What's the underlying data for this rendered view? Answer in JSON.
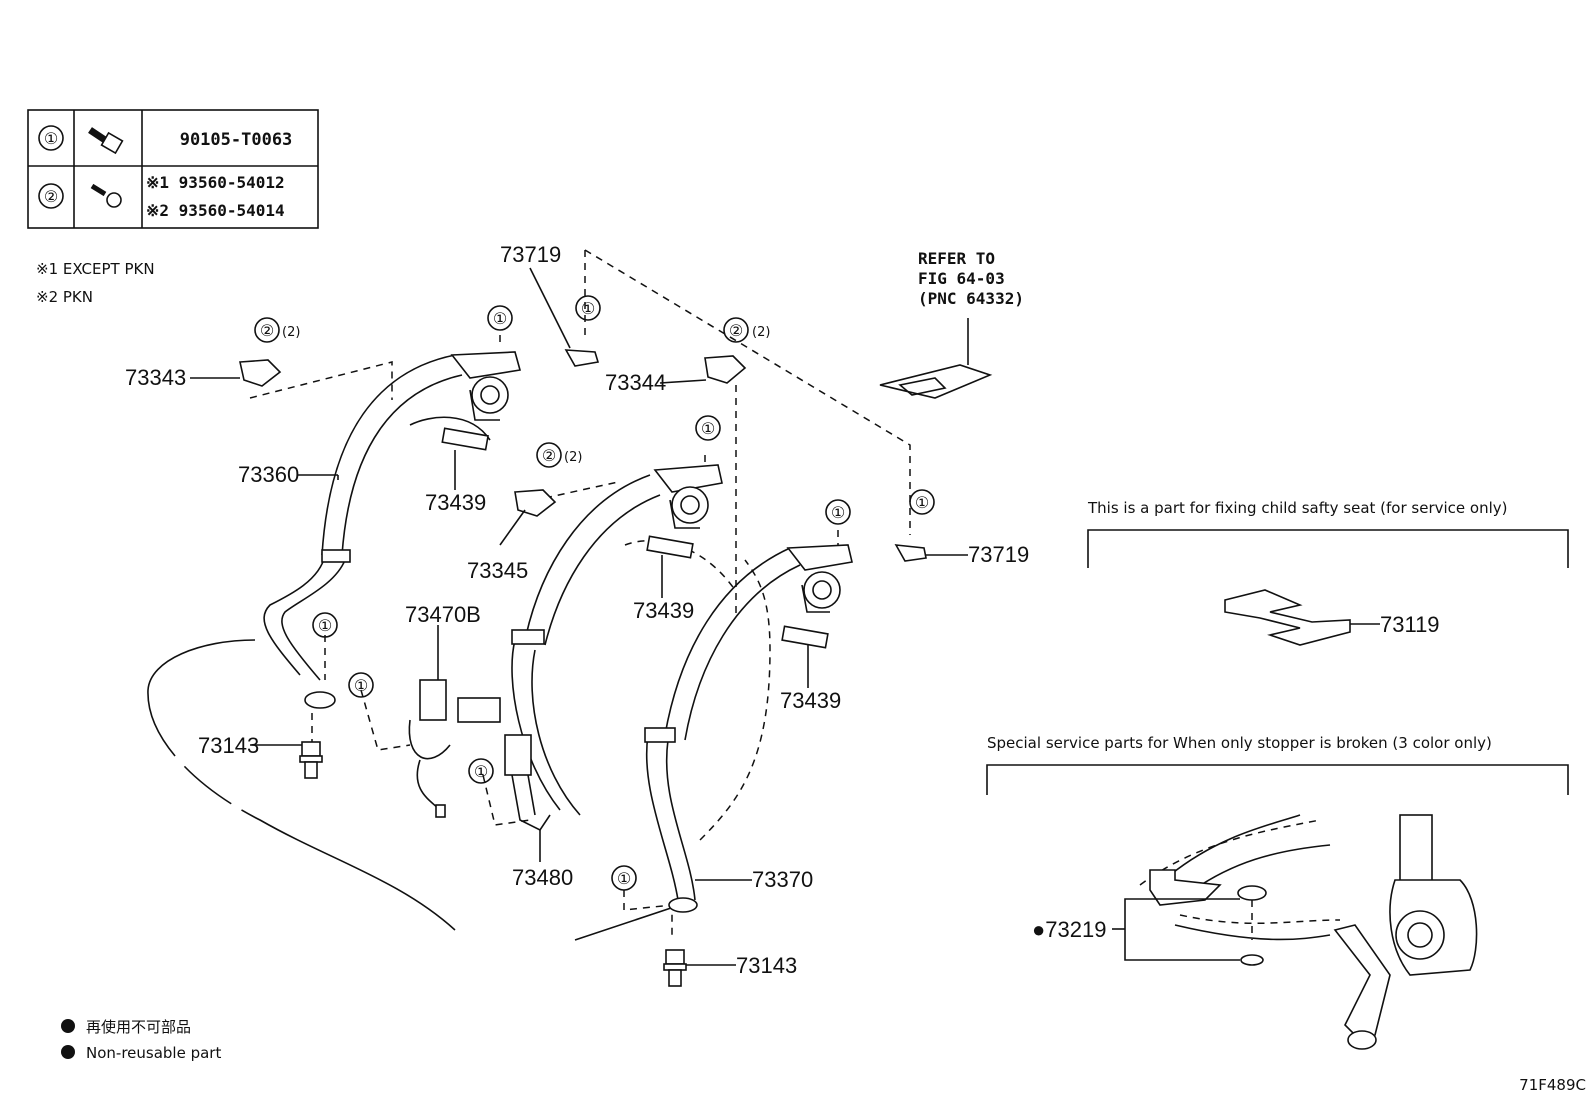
{
  "table": {
    "rows": [
      {
        "ref": "①",
        "parts": [
          "90105-T0063"
        ]
      },
      {
        "ref": "②",
        "parts": [
          "※1 93560-54012",
          "※2 93560-54014"
        ]
      }
    ]
  },
  "footnotes": [
    "※1 EXCEPT PKN",
    "※2 PKN"
  ],
  "refer_note": [
    "REFER TO",
    "FIG 64-03",
    "(PNC 64332)"
  ],
  "callouts": {
    "c73719_top": "73719",
    "c73719_right": "73719",
    "c73343": "73343",
    "c73344": "73344",
    "c73345": "73345",
    "c73360": "73360",
    "c73439_a": "73439",
    "c73439_b": "73439",
    "c73439_c": "73439",
    "c73470b": "73470B",
    "c73480": "73480",
    "c73370": "73370",
    "c73143_left": "73143",
    "c73143_bottom": "73143",
    "c73119": "73119",
    "c73219": "●73219"
  },
  "qty_note": "(2)",
  "boxes": {
    "child_seat": "This is a part for fixing child safty seat (for service only)",
    "stopper": "Special service parts for When only stopper is broken (3 color only)"
  },
  "legend": [
    "再使用不可部品",
    "Non-reusable part"
  ],
  "figure_id": "71F489C"
}
